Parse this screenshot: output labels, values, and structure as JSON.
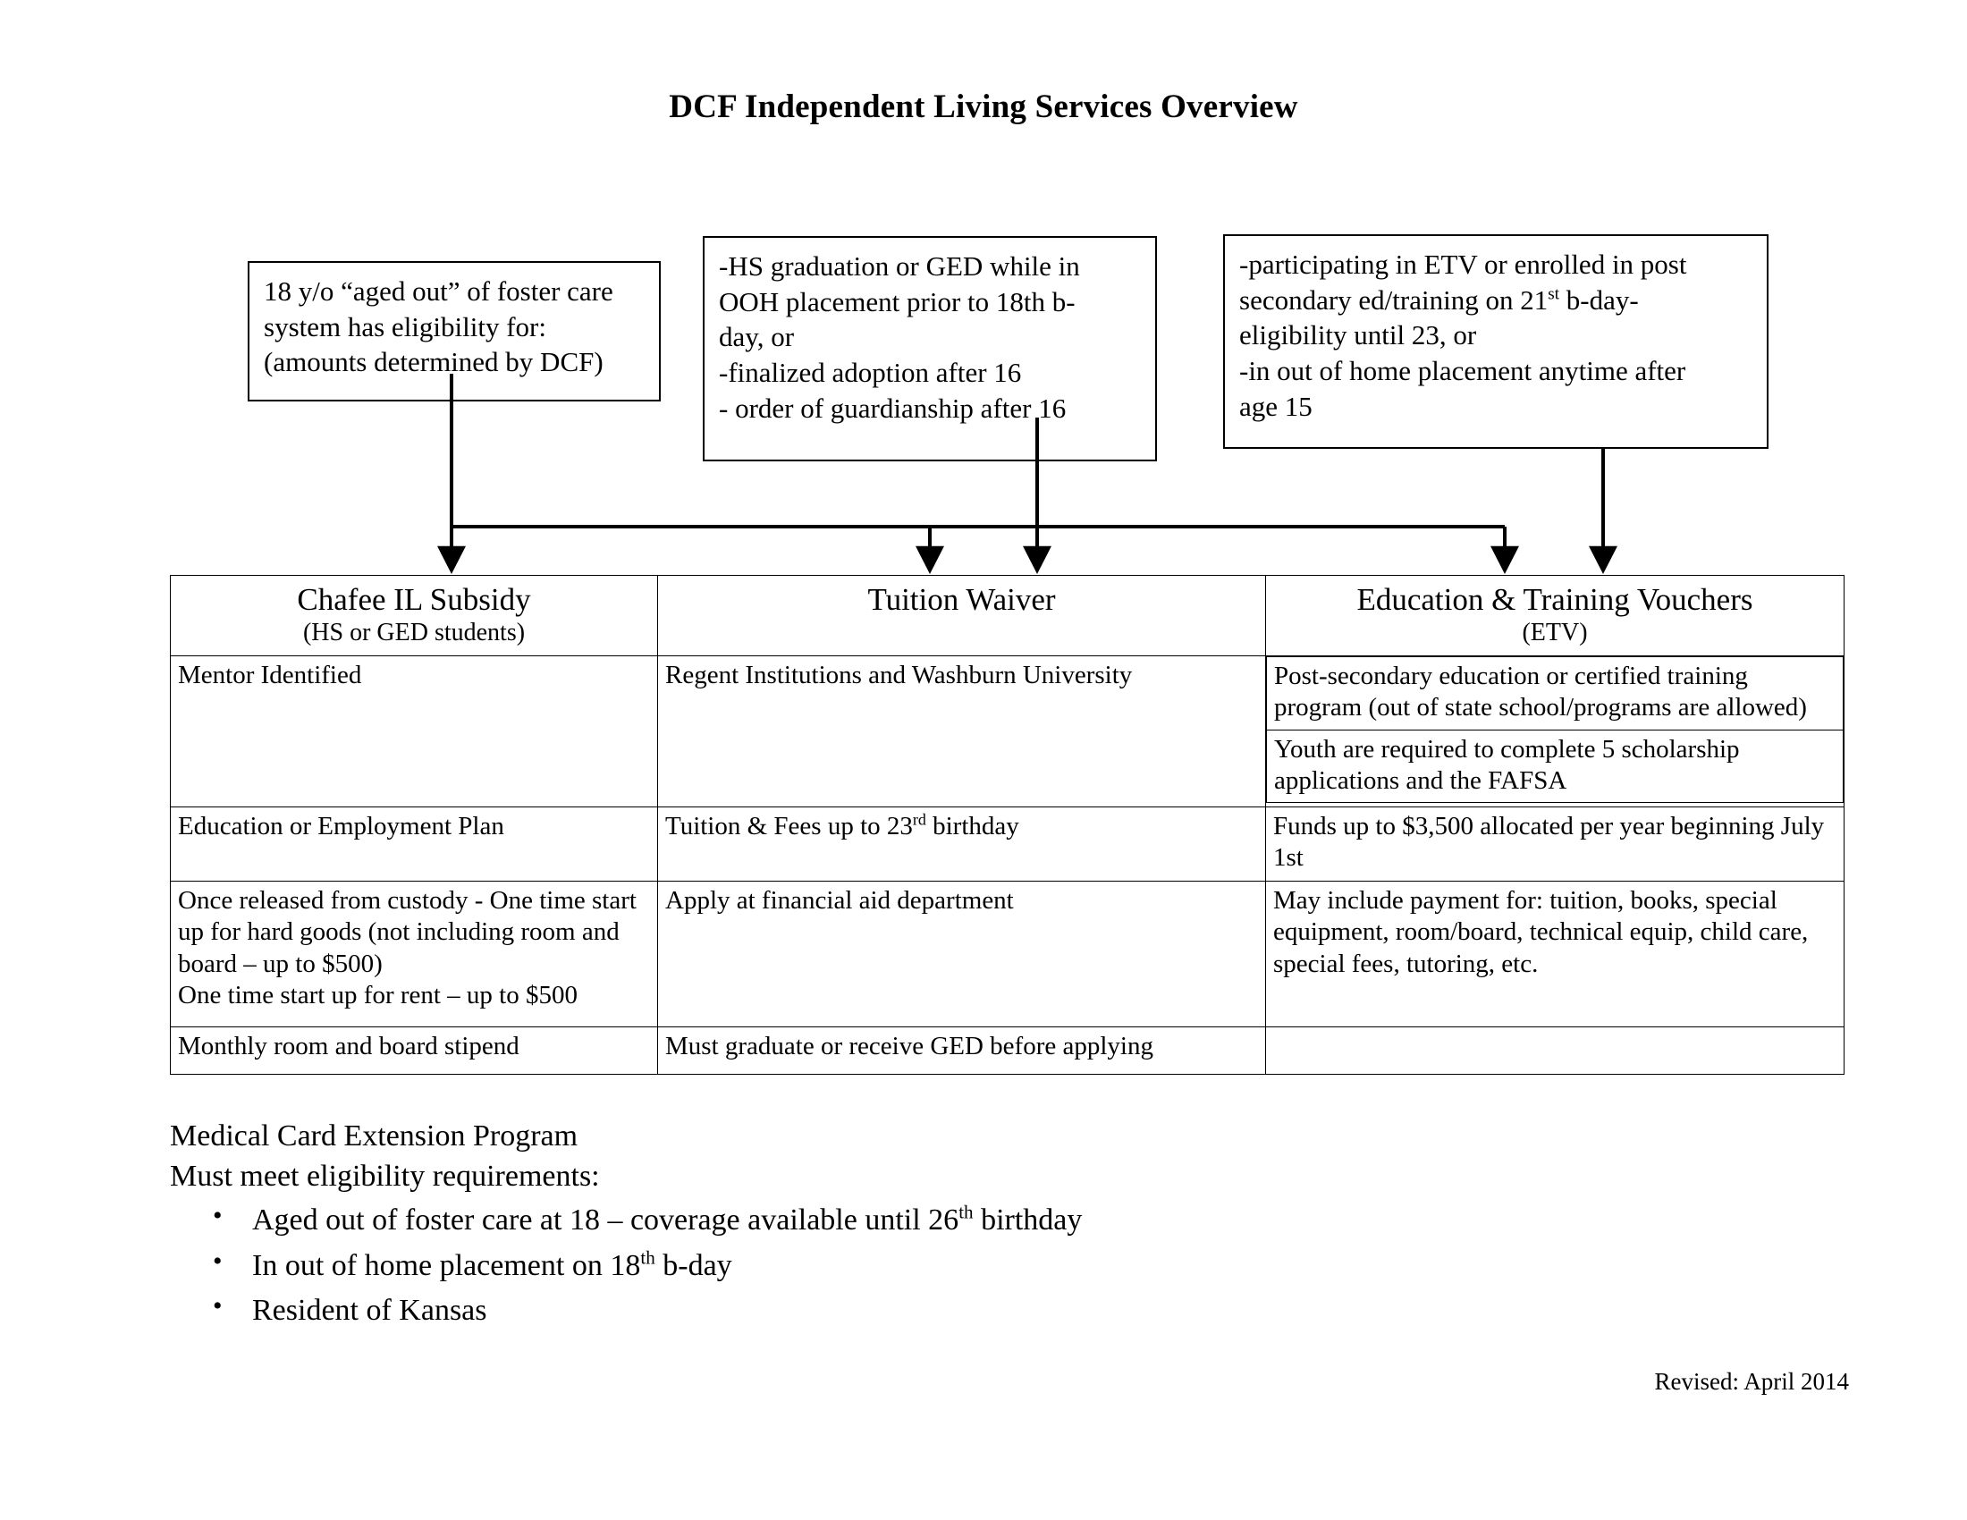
{
  "document": {
    "title": "DCF Independent Living Services Overview",
    "revised": "Revised:  April 2014"
  },
  "condition_boxes": [
    {
      "name": "aged-out-eligibility",
      "lines": [
        "18 y/o “aged out” of foster care",
        "system has eligibility for:",
        "(amounts determined by DCF)"
      ]
    },
    {
      "name": "education-completion-criteria",
      "lines": [
        "-HS graduation or GED while in",
        "OOH placement prior to 18th b-",
        "day, or",
        "-finalized adoption after 16",
        "- order of guardianship after 16"
      ]
    },
    {
      "name": "etv-enrollment-criteria",
      "lines": [
        "-participating in ETV or enrolled in post",
        "secondary ed/training on 21<sup>st</sup> b-day-",
        "eligibility until 23, or",
        "-in out of home placement anytime after",
        "age 15"
      ]
    }
  ],
  "table": {
    "headers": [
      {
        "title": "Chafee IL Subsidy",
        "subtitle": "(HS or GED students)"
      },
      {
        "title": "Tuition Waiver",
        "subtitle": ""
      },
      {
        "title": "Education & Training Vouchers",
        "subtitle": "(ETV)"
      }
    ],
    "column1": [
      "Mentor Identified",
      "Education or Employment Plan",
      "Once released from custody - One time start up for hard goods  (not including room and board – up to $500)<br>One time start up for rent – up to $500",
      "Monthly room and board stipend"
    ],
    "column2": [
      "Regent Institutions and Washburn University",
      "Tuition & Fees up to 23<sup>rd</sup> birthday",
      "Apply at financial aid department",
      "Must graduate or receive GED before applying"
    ],
    "column3": [
      "Post-secondary education or certified training program (out of state school/programs are allowed)",
      "Youth are required to complete 5 scholarship applications and the FAFSA",
      "Funds up to $3,500 allocated per year beginning July 1st",
      "May include payment for: tuition, books, special equipment, room/board, technical equip, child care, special fees, tutoring, etc.",
      ""
    ]
  },
  "medical_section": {
    "heading": "Medical Card Extension Program",
    "subheading": "Must meet eligibility requirements:",
    "bullets": [
      "Aged out of foster care at 18 – coverage available until 26<sup>th</sup> birthday",
      "In out of home placement on 18<sup>th</sup> b-day",
      "Resident of Kansas"
    ]
  },
  "colors": {
    "ink": "#000000",
    "paper": "#ffffff"
  }
}
